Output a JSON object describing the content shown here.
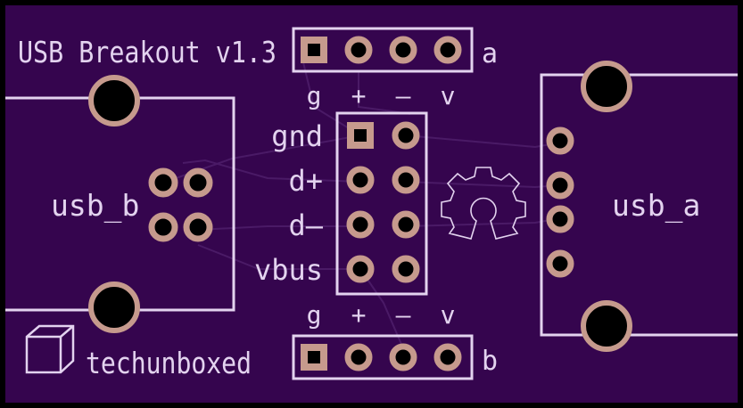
{
  "board": {
    "title": "USB Breakout v1.3",
    "brand": "techunboxed",
    "colors": {
      "substrate": "#35054e",
      "silk": "#e3d3ef",
      "copper": "#c69a8d",
      "trace": "#5a2a75",
      "drill": "#000000",
      "frame": "#000000"
    }
  },
  "header_a": {
    "label": "a",
    "pins": [
      "g",
      "+",
      "–",
      "v"
    ]
  },
  "header_b": {
    "label": "b",
    "pins": [
      "g",
      "+",
      "–",
      "v"
    ]
  },
  "center_header": {
    "rows": [
      "gnd",
      "d+",
      "d–",
      "vbus"
    ]
  },
  "connectors": {
    "left": "usb_b",
    "right": "usb_a"
  },
  "icons": [
    "cube-logo-icon",
    "open-hardware-gear-icon"
  ]
}
